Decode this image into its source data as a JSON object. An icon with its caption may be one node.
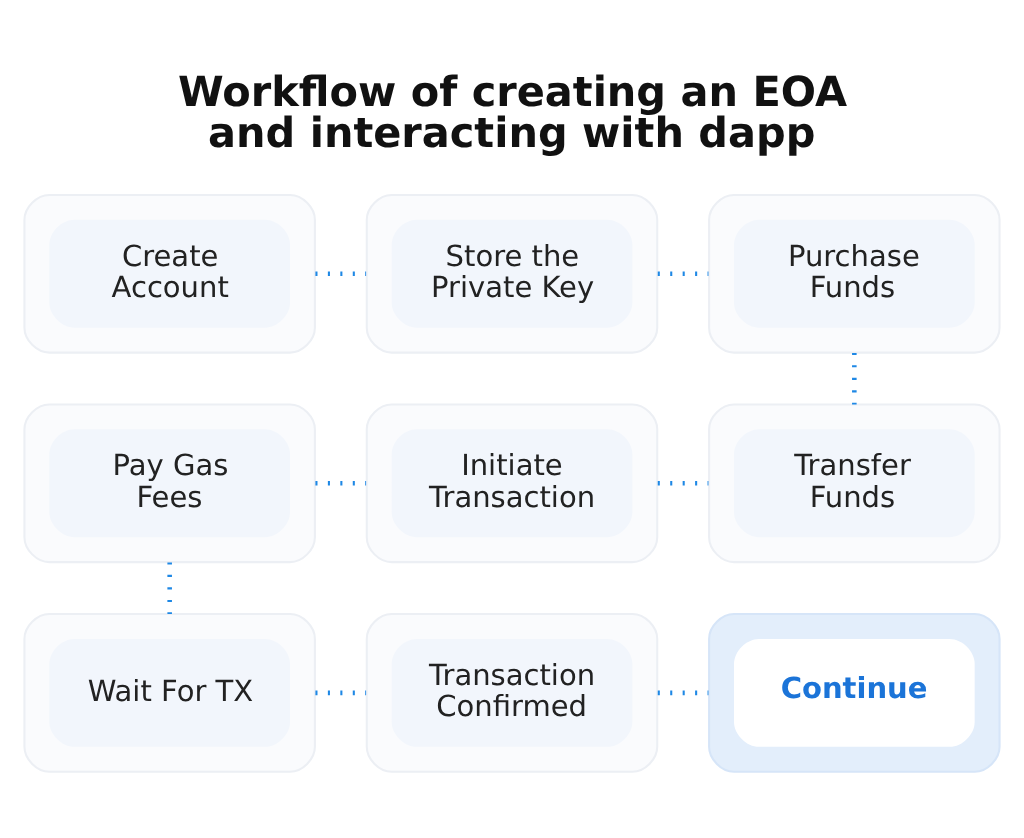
{
  "diagram": {
    "title": "Workflow of creating an EOA and interacting with dapp",
    "nodes": [
      {
        "text": [
          "Create Account"
        ]
      },
      {
        "text": [
          "Store the Private Key"
        ]
      },
      {
        "text": [
          "Purchase Funds"
        ]
      },
      {
        "text": [
          "Pay Gas Fees"
        ]
      },
      {
        "text": [
          "Initiate Transaction"
        ]
      },
      {
        "text": [
          "Transfer Funds"
        ]
      },
      {
        "text": [
          "Wait For TX"
        ]
      },
      {
        "text": [
          "Transaction Confirmed"
        ]
      },
      {
        "text": [
          "Continue"
        ]
      }
    ],
    "edges": [
      {
        "from": 0,
        "to": 1,
        "arrow": "none"
      },
      {
        "from": 1,
        "to": 2,
        "arrow": "none"
      },
      {
        "from": 2,
        "to": 5,
        "arrow": "none"
      },
      {
        "from": 3,
        "to": 4,
        "arrow": "none"
      },
      {
        "from": 4,
        "to": 5,
        "arrow": "none"
      },
      {
        "from": 3,
        "to": 6,
        "arrow": "none"
      },
      {
        "from": 6,
        "to": 7,
        "arrow": "none"
      },
      {
        "from": 7,
        "to": 8,
        "arrow": "none"
      }
    ]
  }
}
